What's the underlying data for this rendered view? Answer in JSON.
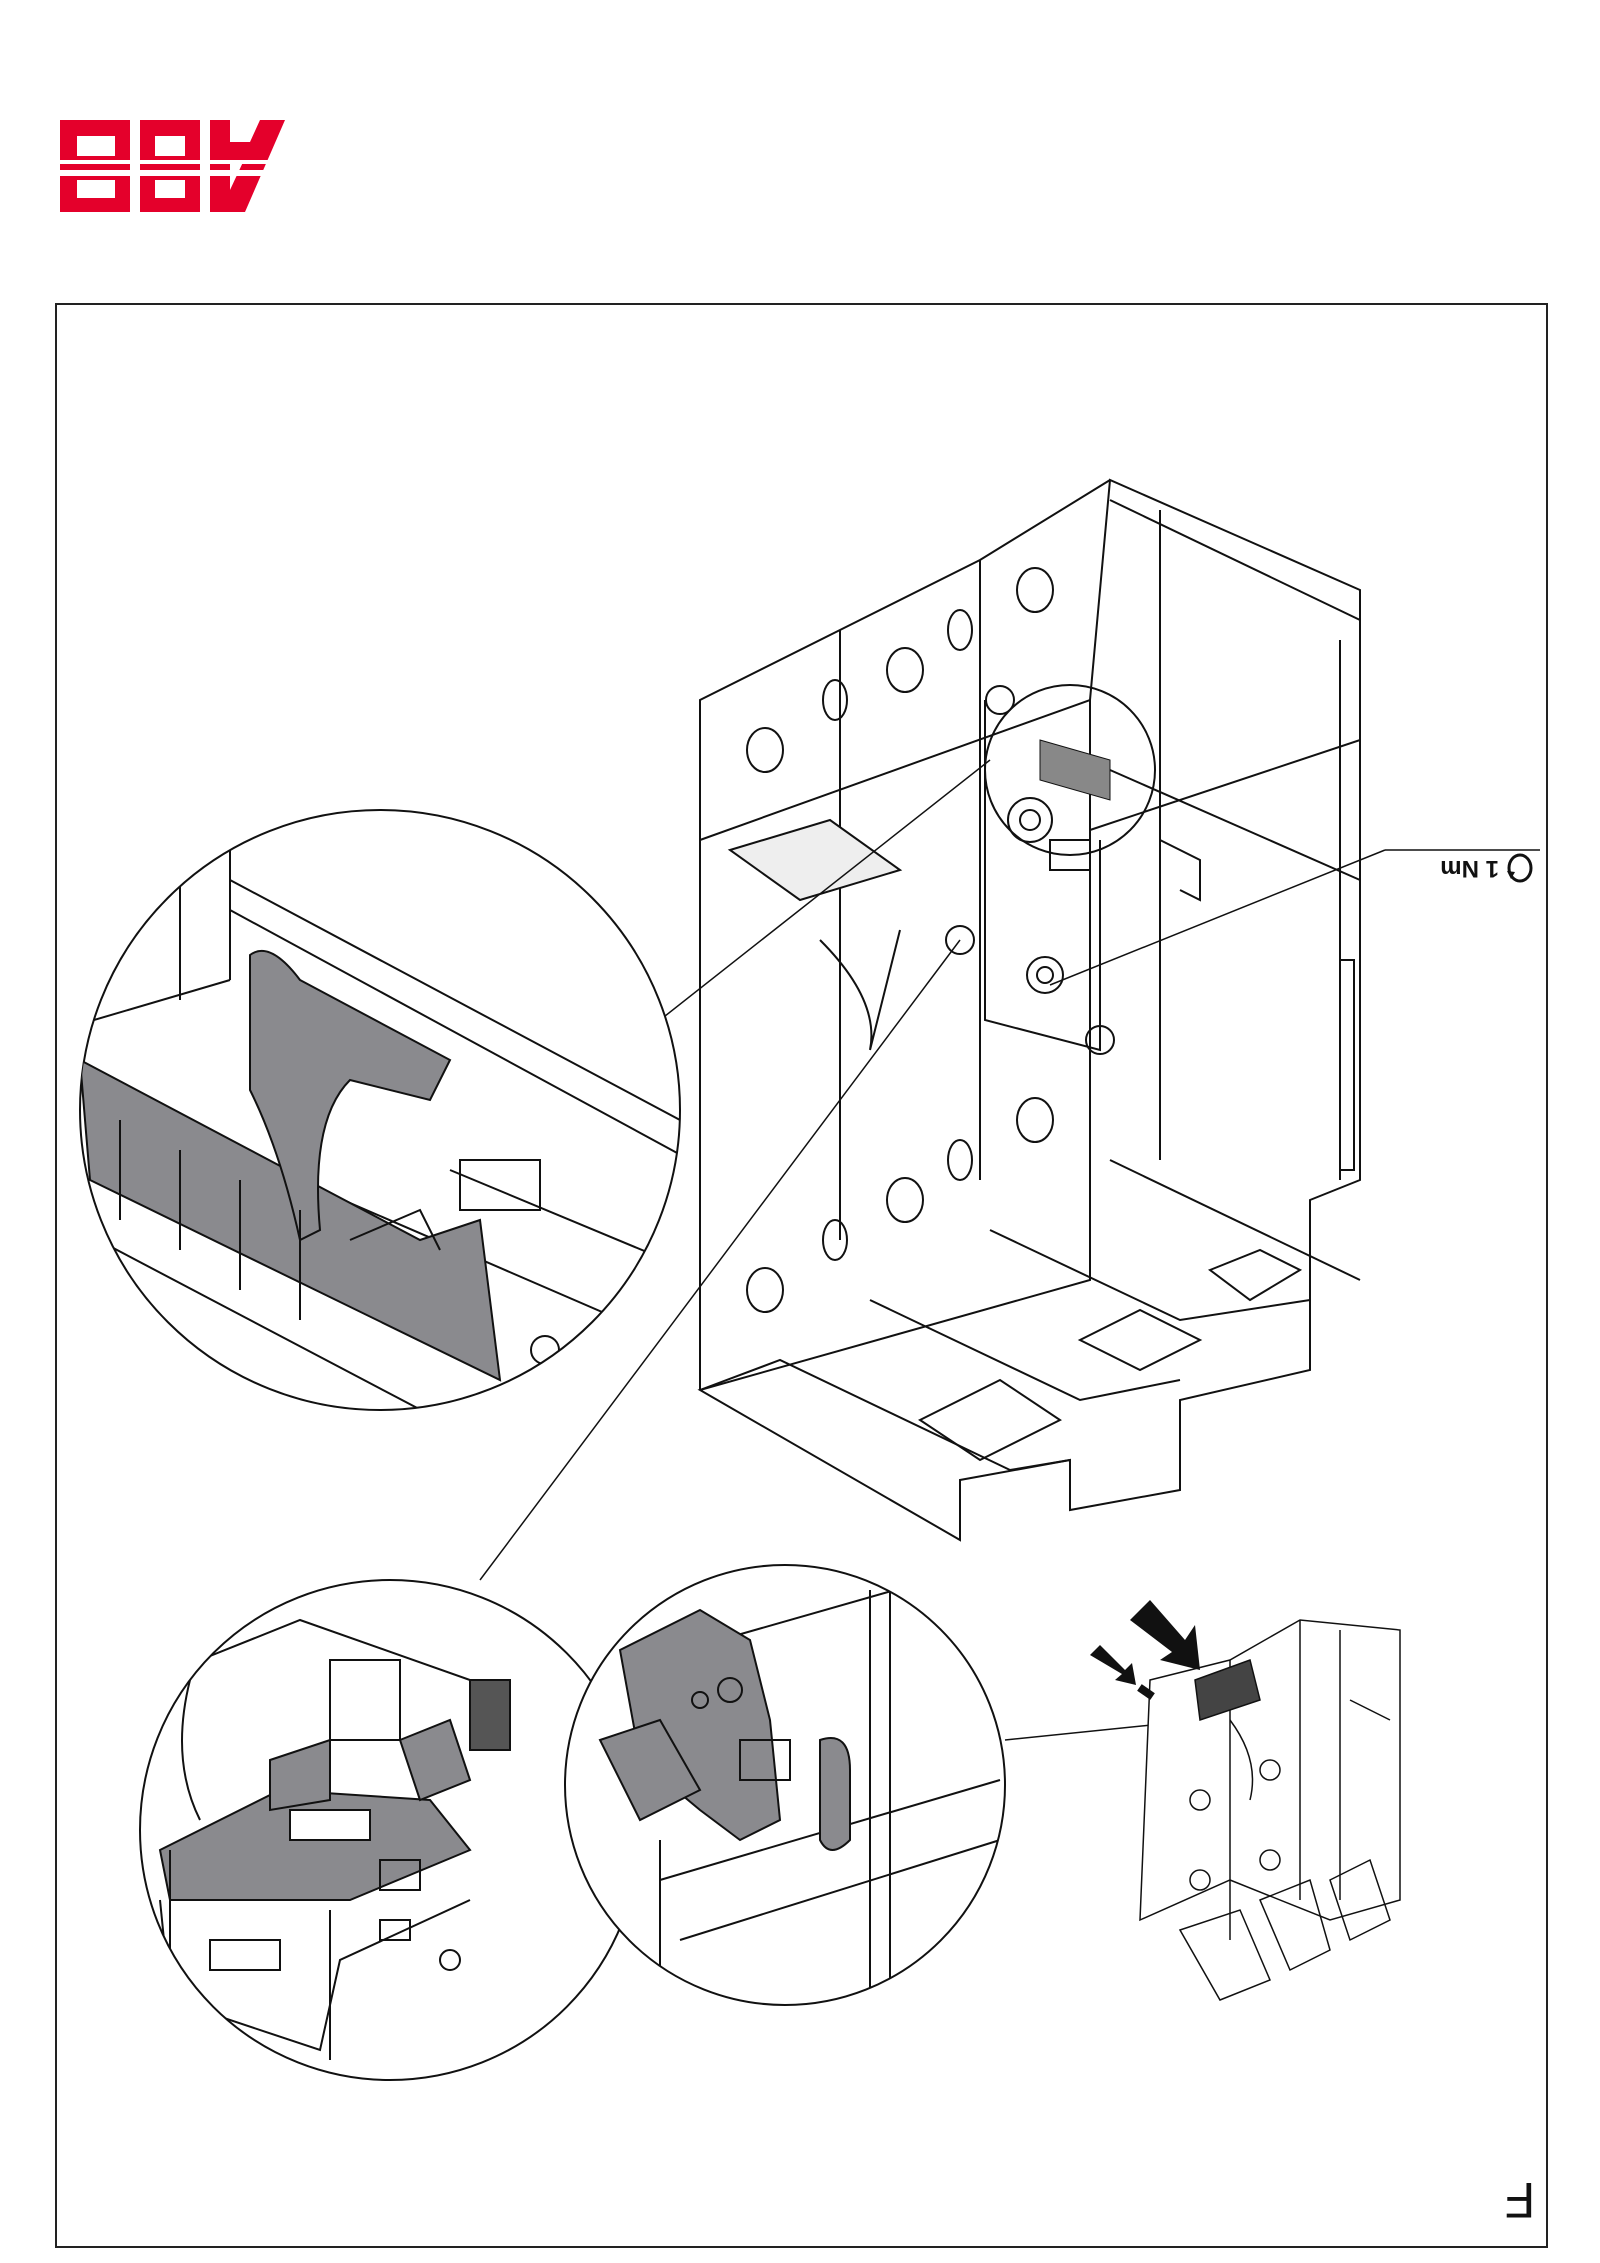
{
  "brand": {
    "logo_text": "ABB",
    "color": "#e4002b"
  },
  "torque": {
    "value": "1 Nm",
    "icon": "rotate-arrow-icon"
  },
  "figure": {
    "letter": "F"
  }
}
